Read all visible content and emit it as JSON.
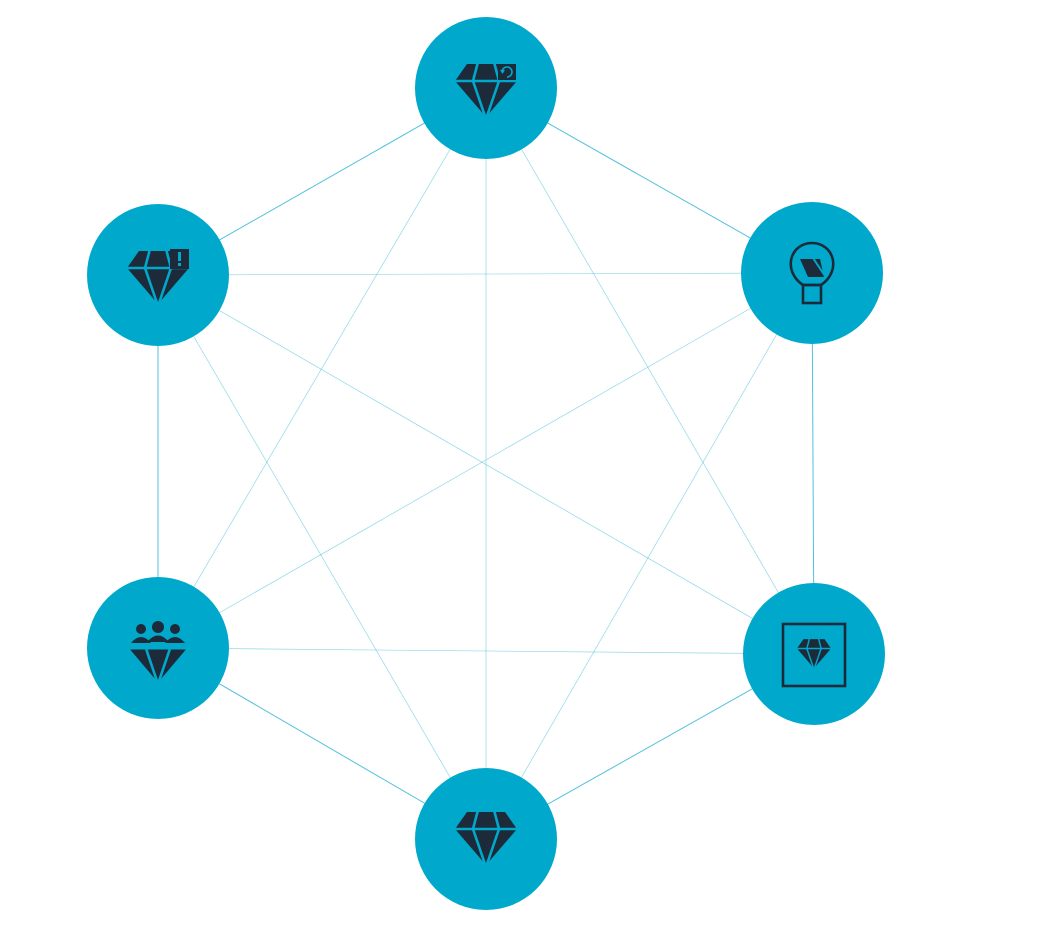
{
  "colors": {
    "node_fill": "#00a8cc",
    "icon": "#1c2a3a",
    "edge": "#33b6d6",
    "background": "#ffffff"
  },
  "nodes": [
    {
      "id": "top",
      "icon": "diamond-refresh-icon"
    },
    {
      "id": "upper-right",
      "icon": "lightbulb-icon"
    },
    {
      "id": "lower-right",
      "icon": "framed-diamond-icon"
    },
    {
      "id": "bottom",
      "icon": "diamond-icon"
    },
    {
      "id": "lower-left",
      "icon": "diamond-group-icon"
    },
    {
      "id": "upper-left",
      "icon": "diamond-alert-icon"
    }
  ],
  "edges": {
    "outer": [
      [
        "top",
        "upper-right"
      ],
      [
        "upper-right",
        "lower-right"
      ],
      [
        "lower-right",
        "bottom"
      ],
      [
        "bottom",
        "lower-left"
      ],
      [
        "lower-left",
        "upper-left"
      ],
      [
        "upper-left",
        "top"
      ]
    ],
    "inner": [
      [
        "top",
        "lower-right"
      ],
      [
        "top",
        "bottom"
      ],
      [
        "top",
        "lower-left"
      ],
      [
        "upper-right",
        "bottom"
      ],
      [
        "upper-right",
        "lower-left"
      ],
      [
        "upper-right",
        "upper-left"
      ],
      [
        "lower-right",
        "lower-left"
      ],
      [
        "lower-right",
        "upper-left"
      ],
      [
        "bottom",
        "upper-left"
      ]
    ]
  }
}
